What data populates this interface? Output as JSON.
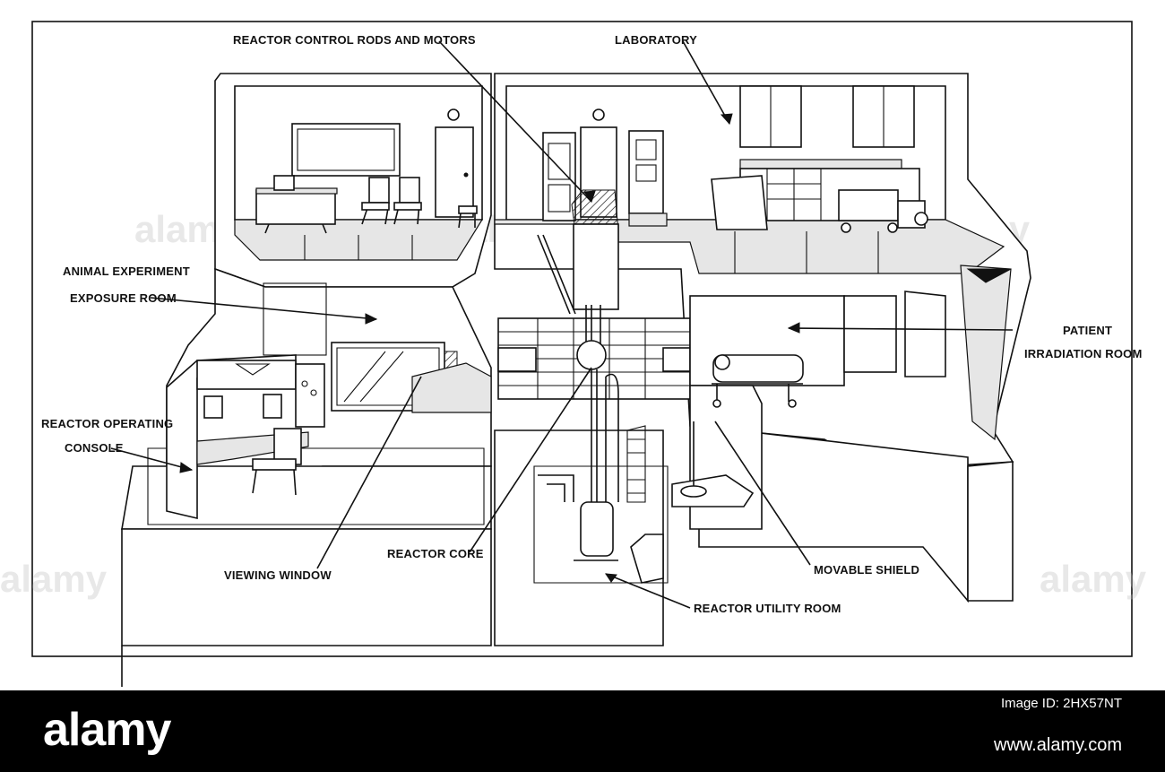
{
  "labels": {
    "control_rods": "REACTOR CONTROL RODS AND MOTORS",
    "laboratory": "LABORATORY",
    "animal_room_line1": "ANIMAL EXPERIMENT",
    "animal_room_line2": "EXPOSURE ROOM",
    "patient_room_line1": "PATIENT",
    "patient_room_line2": "IRRADIATION ROOM",
    "console_line1": "REACTOR OPERATING",
    "console_line2": "CONSOLE",
    "viewing_window": "VIEWING WINDOW",
    "reactor_core": "REACTOR CORE",
    "movable_shield": "MOVABLE SHIELD",
    "utility_room": "REACTOR UTILITY ROOM"
  },
  "watermark": "alamy",
  "footer": {
    "logo": "alamy",
    "image_id": "Image ID: 2HX57NT",
    "url": "www.alamy.com"
  },
  "colors": {
    "ink": "#111111",
    "paper": "#ffffff",
    "bar": "#000000"
  }
}
